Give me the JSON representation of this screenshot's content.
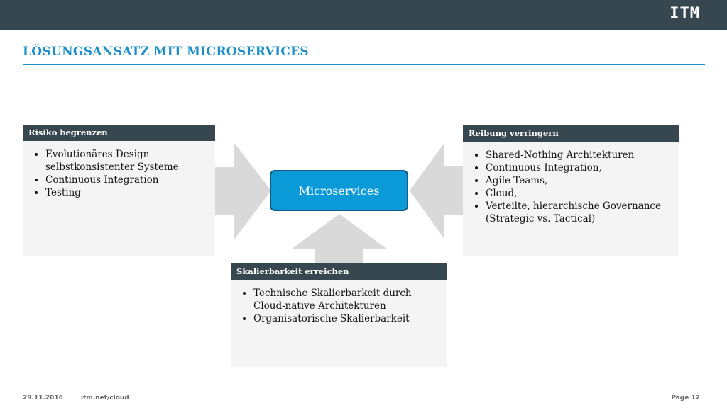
{
  "header": {
    "logo_text": "ITM"
  },
  "slide": {
    "title": "LÖSUNGSANSATZ MIT MICROSERVICES"
  },
  "diagram": {
    "center": "Microservices",
    "left_card": {
      "header": "Risiko begrenzen",
      "items": [
        "Evolutionäres Design selbstkonsistenter Systeme",
        "Continuous Integration",
        "Testing"
      ]
    },
    "right_card": {
      "header": "Reibung verringern",
      "items": [
        "Shared-Nothing Architekturen",
        "Continuous Integration,",
        "Agile Teams,",
        "Cloud,",
        "Verteilte, hierarchische Governance (Strategic vs. Tactical)"
      ]
    },
    "bottom_card": {
      "header": "Skalierbarkeit erreichen",
      "items": [
        "Technische Skalierbarkeit durch Cloud-native Architekturen",
        "Organisatorische Skalierbarkeit"
      ]
    }
  },
  "footer": {
    "date": "29.11.2016",
    "url": "itm.net/cloud",
    "page": "Page 12"
  },
  "colors": {
    "accent": "#1a8fc9",
    "header_bar": "#37474f",
    "node_fill": "#0a9ad8",
    "arrow": "#d9d9d9"
  }
}
